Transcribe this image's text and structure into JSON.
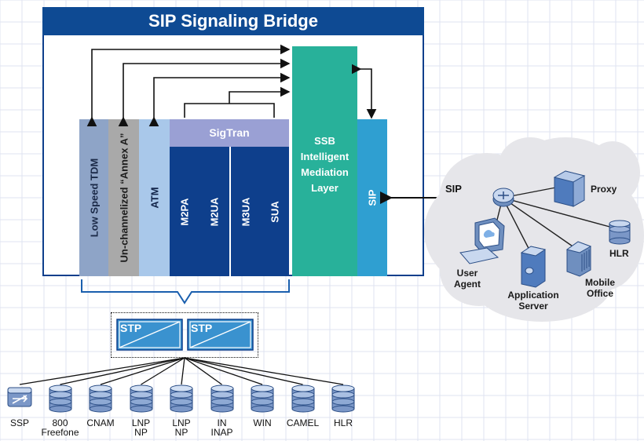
{
  "title": "SIP Signaling Bridge",
  "stacks": {
    "low_speed_tdm": "Low Speed TDM",
    "unchannelized": "Un-channelized “Annex A”",
    "atm": "ATM",
    "sigtran": "SigTran",
    "m2pa": "M2PA",
    "m2ua": "M2UA",
    "m3ua": "M3UA",
    "sua": "SUA",
    "sip": "SIP"
  },
  "ssb_layer": {
    "line1": "SSB",
    "line2": "Intelligent",
    "line3": "Mediation",
    "line4": "Layer"
  },
  "stp": {
    "left": "STP",
    "right": "STP"
  },
  "network": {
    "sip_link": "SIP",
    "proxy": "Proxy",
    "hlr": "HLR",
    "user_agent_1": "User",
    "user_agent_2": "Agent",
    "app_server_1": "Application",
    "app_server_2": "Server",
    "mobile_office_1": "Mobile",
    "mobile_office_2": "Office"
  },
  "bottom_nodes": [
    {
      "line1": "SSP",
      "line2": ""
    },
    {
      "line1": "800",
      "line2": "Freefone"
    },
    {
      "line1": "CNAM",
      "line2": ""
    },
    {
      "line1": "LNP",
      "line2": "NP"
    },
    {
      "line1": "LNP",
      "line2": "NP"
    },
    {
      "line1": "IN",
      "line2": "INAP"
    },
    {
      "line1": "WIN",
      "line2": ""
    },
    {
      "line1": "CAMEL",
      "line2": ""
    },
    {
      "line1": "HLR",
      "line2": ""
    }
  ],
  "colors": {
    "title_bg": "#0e4a93",
    "ssb": "#28b19a",
    "sip": "#2f9fd1",
    "sigtran": "#9aa0d4",
    "dark_blue": "#0e3f8c",
    "tdm": "#8ea4c7",
    "unchannelized": "#a9a9a9",
    "atm": "#a9c8ea",
    "cloud": "#e6e6ea"
  }
}
